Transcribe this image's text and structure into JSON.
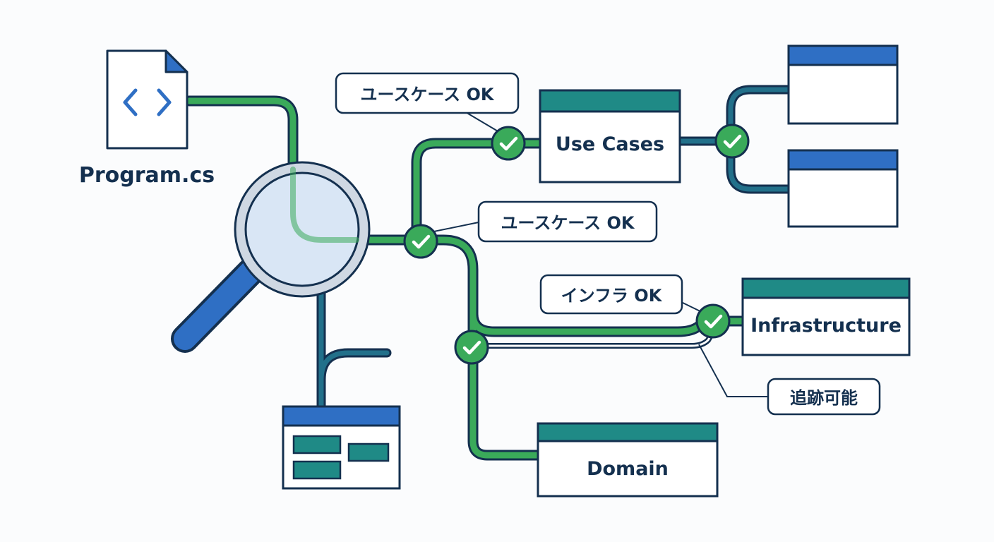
{
  "file": {
    "name": "Program.cs",
    "icon": "code-file-icon"
  },
  "modules": {
    "use_cases": "Use Cases",
    "infrastructure": "Infrastructure",
    "domain": "Domain"
  },
  "callouts": {
    "use_case_ok_top": "ユースケース OK",
    "use_case_ok_mid": "ユースケース OK",
    "infra_ok": "インフラ OK",
    "traceable": "追跡可能"
  },
  "icons": {
    "magnifier": "magnifying-glass-icon",
    "check": "check-circle-icon",
    "window": "ui-window-icon"
  },
  "colors": {
    "navy": "#14304f",
    "blue": "#2f6fc4",
    "teal": "#1f8a86",
    "green": "#3aaa5a",
    "teal_line": "#22708a",
    "background": "#fbfcfd"
  }
}
